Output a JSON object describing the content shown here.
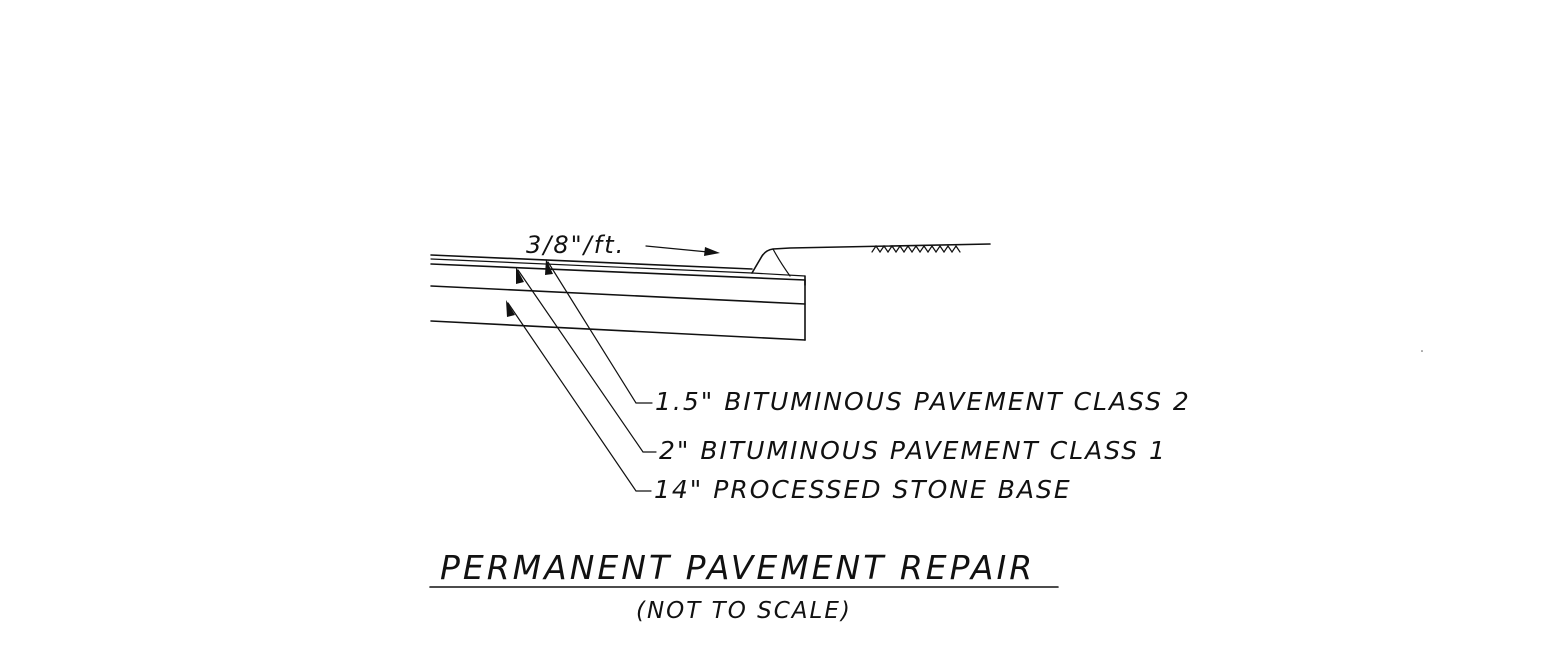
{
  "drawing": {
    "slope_label": "3/8\"/ft.",
    "layers": [
      {
        "label": "1.5\" BITUMINOUS PAVEMENT CLASS 2"
      },
      {
        "label": "2\" BITUMINOUS PAVEMENT CLASS 1"
      },
      {
        "label": "14\" PROCESSED STONE BASE"
      }
    ],
    "title": "PERMANENT PAVEMENT REPAIR",
    "subtitle": "(NOT TO SCALE)"
  },
  "colors": {
    "ink": "#111111",
    "background": "#ffffff"
  }
}
